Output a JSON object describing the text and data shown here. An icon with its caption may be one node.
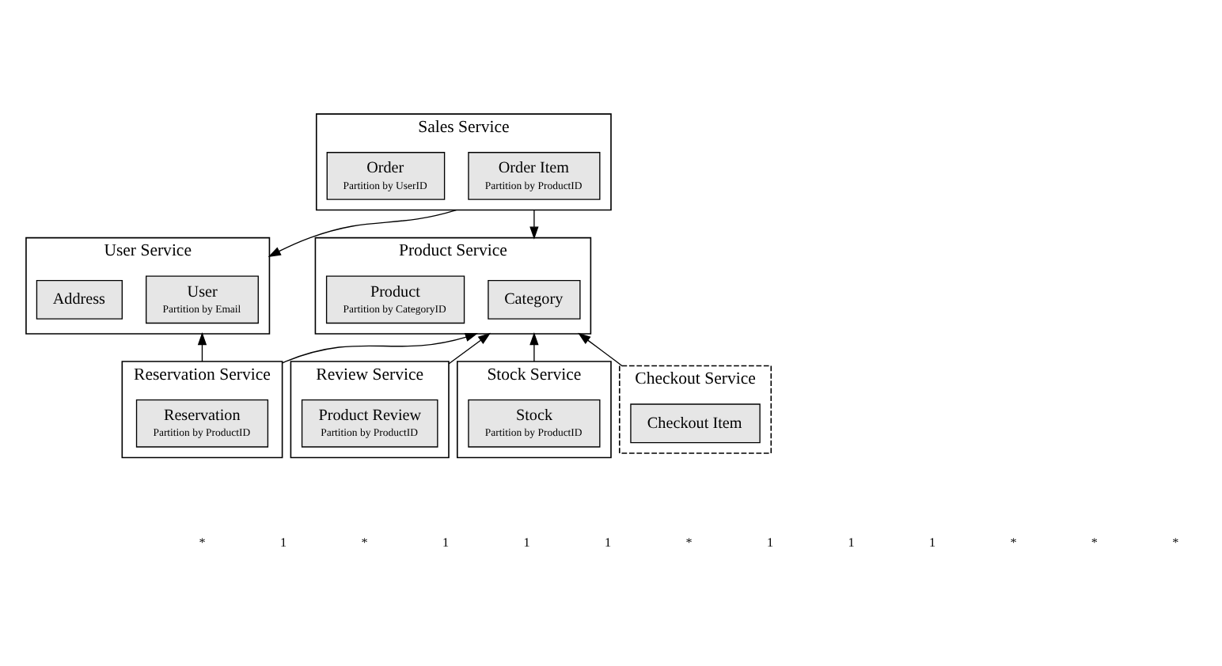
{
  "diagram": {
    "nodes": [
      {
        "text": [
          "Sales Service"
        ]
      },
      {
        "text": [
          "Order Item",
          "Partition by ProductID"
        ],
        "in": 0
      },
      {
        "text": [
          "Order",
          "Partition by UserID"
        ],
        "in": 0
      },
      {
        "text": [
          "User Service"
        ]
      },
      {
        "text": [
          "User",
          "Partition by Email"
        ],
        "in": 3
      },
      {
        "text": [
          "Address"
        ],
        "in": 3
      },
      {
        "text": [
          "Product Service"
        ]
      },
      {
        "text": [
          "Category"
        ],
        "in": 6
      },
      {
        "text": [
          "Product",
          "Partition by CategoryID"
        ],
        "in": 6
      },
      {
        "text": [
          "Reservation Service"
        ]
      },
      {
        "text": [
          "Reservation",
          "Partition by ProductID"
        ],
        "in": 9
      },
      {
        "text": [
          "Review Service"
        ]
      },
      {
        "text": [
          "Product Review",
          "Partition by ProductID"
        ],
        "in": 11
      },
      {
        "text": [
          "Stock Service"
        ]
      },
      {
        "text": [
          "Stock",
          "Partition by ProductID"
        ],
        "in": 13
      },
      {
        "text": [
          "Checkout Service"
        ]
      },
      {
        "text": [
          "Checkout Item"
        ],
        "in": 15
      }
    ],
    "edges": [
      {
        "from": 0,
        "to": 3,
        "arrow": "to"
      },
      {
        "from": 0,
        "to": 6,
        "arrow": "to"
      },
      {
        "from": 9,
        "to": 3,
        "arrow": "to"
      },
      {
        "from": 9,
        "to": 6,
        "arrow": "to"
      },
      {
        "from": 11,
        "to": 6,
        "arrow": "to"
      },
      {
        "from": 13,
        "to": 6,
        "arrow": "to"
      },
      {
        "from": 15,
        "to": 6,
        "arrow": "to"
      }
    ],
    "labels": [
      "*",
      "1",
      "*",
      "1",
      "1",
      "1",
      "*",
      "1",
      "1",
      "1",
      "*",
      "*",
      "*"
    ]
  }
}
